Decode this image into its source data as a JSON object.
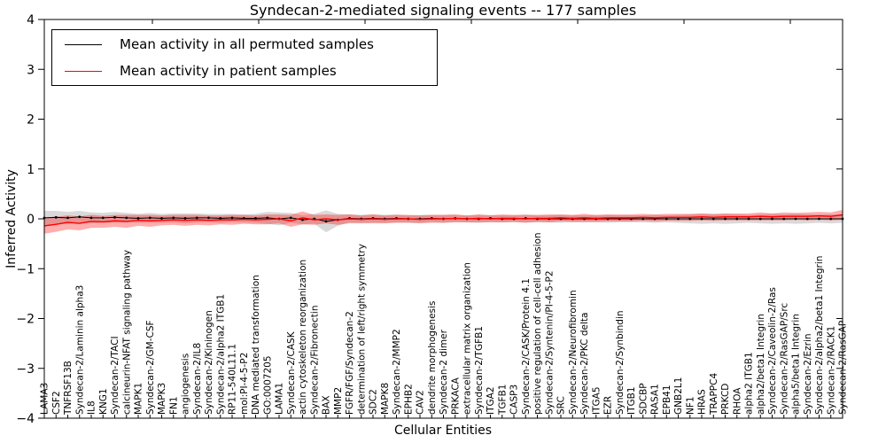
{
  "figure": {
    "background": "#ffffff"
  },
  "chart_data": {
    "type": "line",
    "title": "Syndecan-2-mediated signaling events -- 177 samples",
    "xlabel": "Cellular Entities",
    "ylabel": "Inferred Activity",
    "ylim": [
      -4,
      4
    ],
    "yticks": [
      4,
      3,
      2,
      1,
      0,
      -1,
      -2,
      -3,
      -4
    ],
    "grid": false,
    "legend_position": "upper left",
    "categories": [
      "LAMA3",
      "CSF2",
      "TNFRSF13B",
      "Syndecan-2/Laminin alpha3",
      "IL8",
      "KNG1",
      "Syndecan-2/TACI",
      "calcineurin-NFAT signaling pathway",
      "MAPK1",
      "Syndecan-2/GM-CSF",
      "MAPK3",
      "FN1",
      "angiogenesis",
      "Syndecan-2/IL8",
      "Syndecan-2/Kininogen",
      "Syndecan-2/alpha2 ITGB1",
      "RP11-540L11.1",
      "mol:PI-4-5-P2",
      "DNA mediated transformation",
      "GO:0007205",
      "LAMA1",
      "Syndecan-2/CASK",
      "actin cytoskeleton reorganization",
      "Syndecan-2/Fibronectin",
      "BAX",
      "MMP2",
      "FGFR/FGF/Syndecan-2",
      "determination of left/right symmetry",
      "SDC2",
      "MAPK8",
      "Syndecan-2/MMP2",
      "EPHB2",
      "CAV2",
      "dendrite morphogenesis",
      "Syndecan-2 dimer",
      "PRKACA",
      "extracellular matrix organization",
      "Syndecan-2/TGFB1",
      "ITGA2",
      "TGFB1",
      "CASP3",
      "Syndecan-2/CASK/Protein 4.1",
      "positive regulation of cell-cell adhesion",
      "Syndecan-2/Syntenin/PI-4-5-P2",
      "SRC",
      "Syndecan-2/Neurofibromin",
      "Syndecan-2/PKC delta",
      "ITGA5",
      "EZR",
      "Syndecan-2/Synbindin",
      "ITGB1",
      "SDCBP",
      "RASA1",
      "EPB41",
      "GNB2L1",
      "NF1",
      "HRAS",
      "TRAPPC4",
      "PRKCD",
      "RHOA",
      "alpha2 ITGB1",
      "alpha2/beta1 Integrin",
      "Syndecan-2/Caveolin-2/Ras",
      "Syndecan-2/RasGAP/Src",
      "alpha5/beta1 Integrin",
      "Syndecan-2/Ezrin",
      "Syndecan-2/alpha2/beta1 Integrin",
      "Syndecan-2/RACK1",
      "Syndecan-2/RasGAP"
    ],
    "series": [
      {
        "name": "Mean activity in all permuted samples",
        "color": "#000000",
        "band_fill": "#000000",
        "band_opacity": 0.15,
        "marker": "point",
        "values": [
          0.02,
          0.03,
          0.02,
          0.04,
          0.02,
          0.02,
          0.03,
          0.02,
          0.01,
          0.02,
          0.01,
          0.02,
          0.01,
          0.02,
          0.02,
          0.01,
          0.02,
          0.01,
          0.01,
          0.02,
          0.0,
          0.02,
          -0.02,
          0.0,
          -0.05,
          -0.02,
          0.01,
          0.0,
          0.01,
          0.0,
          0.01,
          0.0,
          0.0,
          0.01,
          0.0,
          0.01,
          0.0,
          0.0,
          0.01,
          0.0,
          0.0,
          0.01,
          0.0,
          0.0,
          0.0,
          0.0,
          0.0,
          0.0,
          0.0,
          0.0,
          0.0,
          0.0,
          0.0,
          0.0,
          0.0,
          0.0,
          0.0,
          0.0,
          0.0,
          0.0,
          0.0,
          0.0,
          0.0,
          0.0,
          0.0,
          0.0,
          0.0,
          0.0,
          0.0
        ],
        "spread": [
          0.14,
          0.13,
          0.12,
          0.12,
          0.11,
          0.1,
          0.11,
          0.1,
          0.09,
          0.1,
          0.09,
          0.09,
          0.1,
          0.09,
          0.08,
          0.09,
          0.08,
          0.08,
          0.09,
          0.12,
          0.13,
          0.1,
          0.09,
          0.1,
          0.22,
          0.12,
          0.08,
          0.08,
          0.08,
          0.08,
          0.08,
          0.07,
          0.08,
          0.07,
          0.08,
          0.07,
          0.07,
          0.08,
          0.07,
          0.07,
          0.07,
          0.08,
          0.07,
          0.07,
          0.08,
          0.07,
          0.07,
          0.07,
          0.08,
          0.07,
          0.07,
          0.07,
          0.08,
          0.07,
          0.08,
          0.09,
          0.1,
          0.09,
          0.1,
          0.09,
          0.08,
          0.09,
          0.1,
          0.09,
          0.1,
          0.09,
          0.08,
          0.09,
          0.08
        ]
      },
      {
        "name": "Mean activity in patient samples",
        "color": "#ff0000",
        "band_fill": "#ff0000",
        "band_opacity": 0.32,
        "marker": "none",
        "values": [
          -0.14,
          -0.11,
          -0.07,
          -0.09,
          -0.05,
          -0.06,
          -0.04,
          -0.05,
          -0.03,
          -0.04,
          -0.03,
          -0.02,
          -0.03,
          -0.02,
          -0.03,
          -0.02,
          -0.02,
          -0.01,
          -0.02,
          -0.01,
          0.0,
          -0.04,
          0.02,
          -0.02,
          0.0,
          -0.02,
          0.0,
          -0.01,
          0.0,
          -0.01,
          0.0,
          0.0,
          -0.01,
          0.0,
          0.0,
          0.01,
          0.0,
          0.01,
          0.0,
          0.01,
          0.01,
          0.0,
          0.01,
          0.01,
          0.02,
          0.01,
          0.02,
          0.01,
          0.02,
          0.02,
          0.02,
          0.03,
          0.02,
          0.03,
          0.03,
          0.03,
          0.04,
          0.03,
          0.04,
          0.04,
          0.04,
          0.05,
          0.04,
          0.05,
          0.05,
          0.05,
          0.06,
          0.05,
          0.08
        ],
        "spread": [
          0.16,
          0.15,
          0.14,
          0.14,
          0.13,
          0.12,
          0.12,
          0.13,
          0.11,
          0.12,
          0.1,
          0.1,
          0.11,
          0.1,
          0.1,
          0.09,
          0.1,
          0.09,
          0.09,
          0.1,
          0.09,
          0.12,
          0.13,
          0.1,
          0.09,
          0.1,
          0.09,
          0.08,
          0.09,
          0.08,
          0.08,
          0.08,
          0.08,
          0.08,
          0.08,
          0.08,
          0.07,
          0.08,
          0.07,
          0.08,
          0.07,
          0.08,
          0.07,
          0.08,
          0.07,
          0.07,
          0.08,
          0.07,
          0.07,
          0.07,
          0.07,
          0.07,
          0.07,
          0.07,
          0.07,
          0.07,
          0.07,
          0.07,
          0.07,
          0.07,
          0.07,
          0.08,
          0.07,
          0.08,
          0.07,
          0.08,
          0.08,
          0.08,
          0.1
        ]
      }
    ]
  }
}
